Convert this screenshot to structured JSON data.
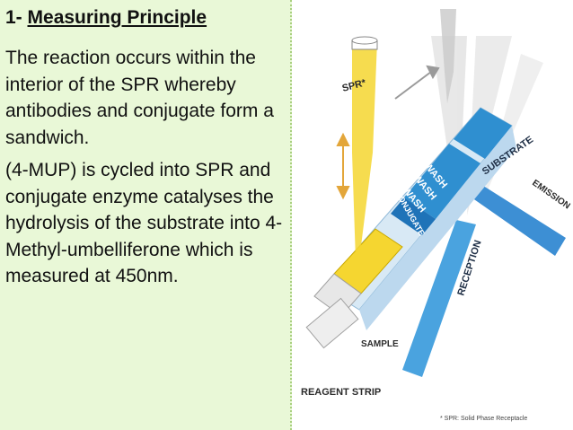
{
  "slide": {
    "heading_number": "1- ",
    "heading_title": "Measuring Principle",
    "paragraph1": "The reaction occurs within the interior of the SPR whereby antibodies and conjugate form a sandwich.",
    "paragraph2": "(4-MUP) is cycled into SPR and conjugate enzyme catalyses the hydrolysis of the substrate into 4-Methyl-umbelliferone which is measured at 450nm."
  },
  "figure": {
    "labels": {
      "spr": "SPR*",
      "substrate": "SUBSTRATE",
      "wash1": "WASH",
      "wash2": "WASH",
      "wash3": "WASH",
      "conjugate": "CONJUGATE",
      "emission": "EMISSION",
      "reception": "RECEPTION",
      "sample": "SAMPLE",
      "reagent_strip": "REAGENT STRIP",
      "footnote": "* SPR: Solid Phase Receptacle"
    },
    "colors": {
      "strip_blue": "#2f8fd0",
      "light_blue": "#a8d3ef",
      "yellow": "#f5d630",
      "gray": "#9a9a9a"
    }
  }
}
